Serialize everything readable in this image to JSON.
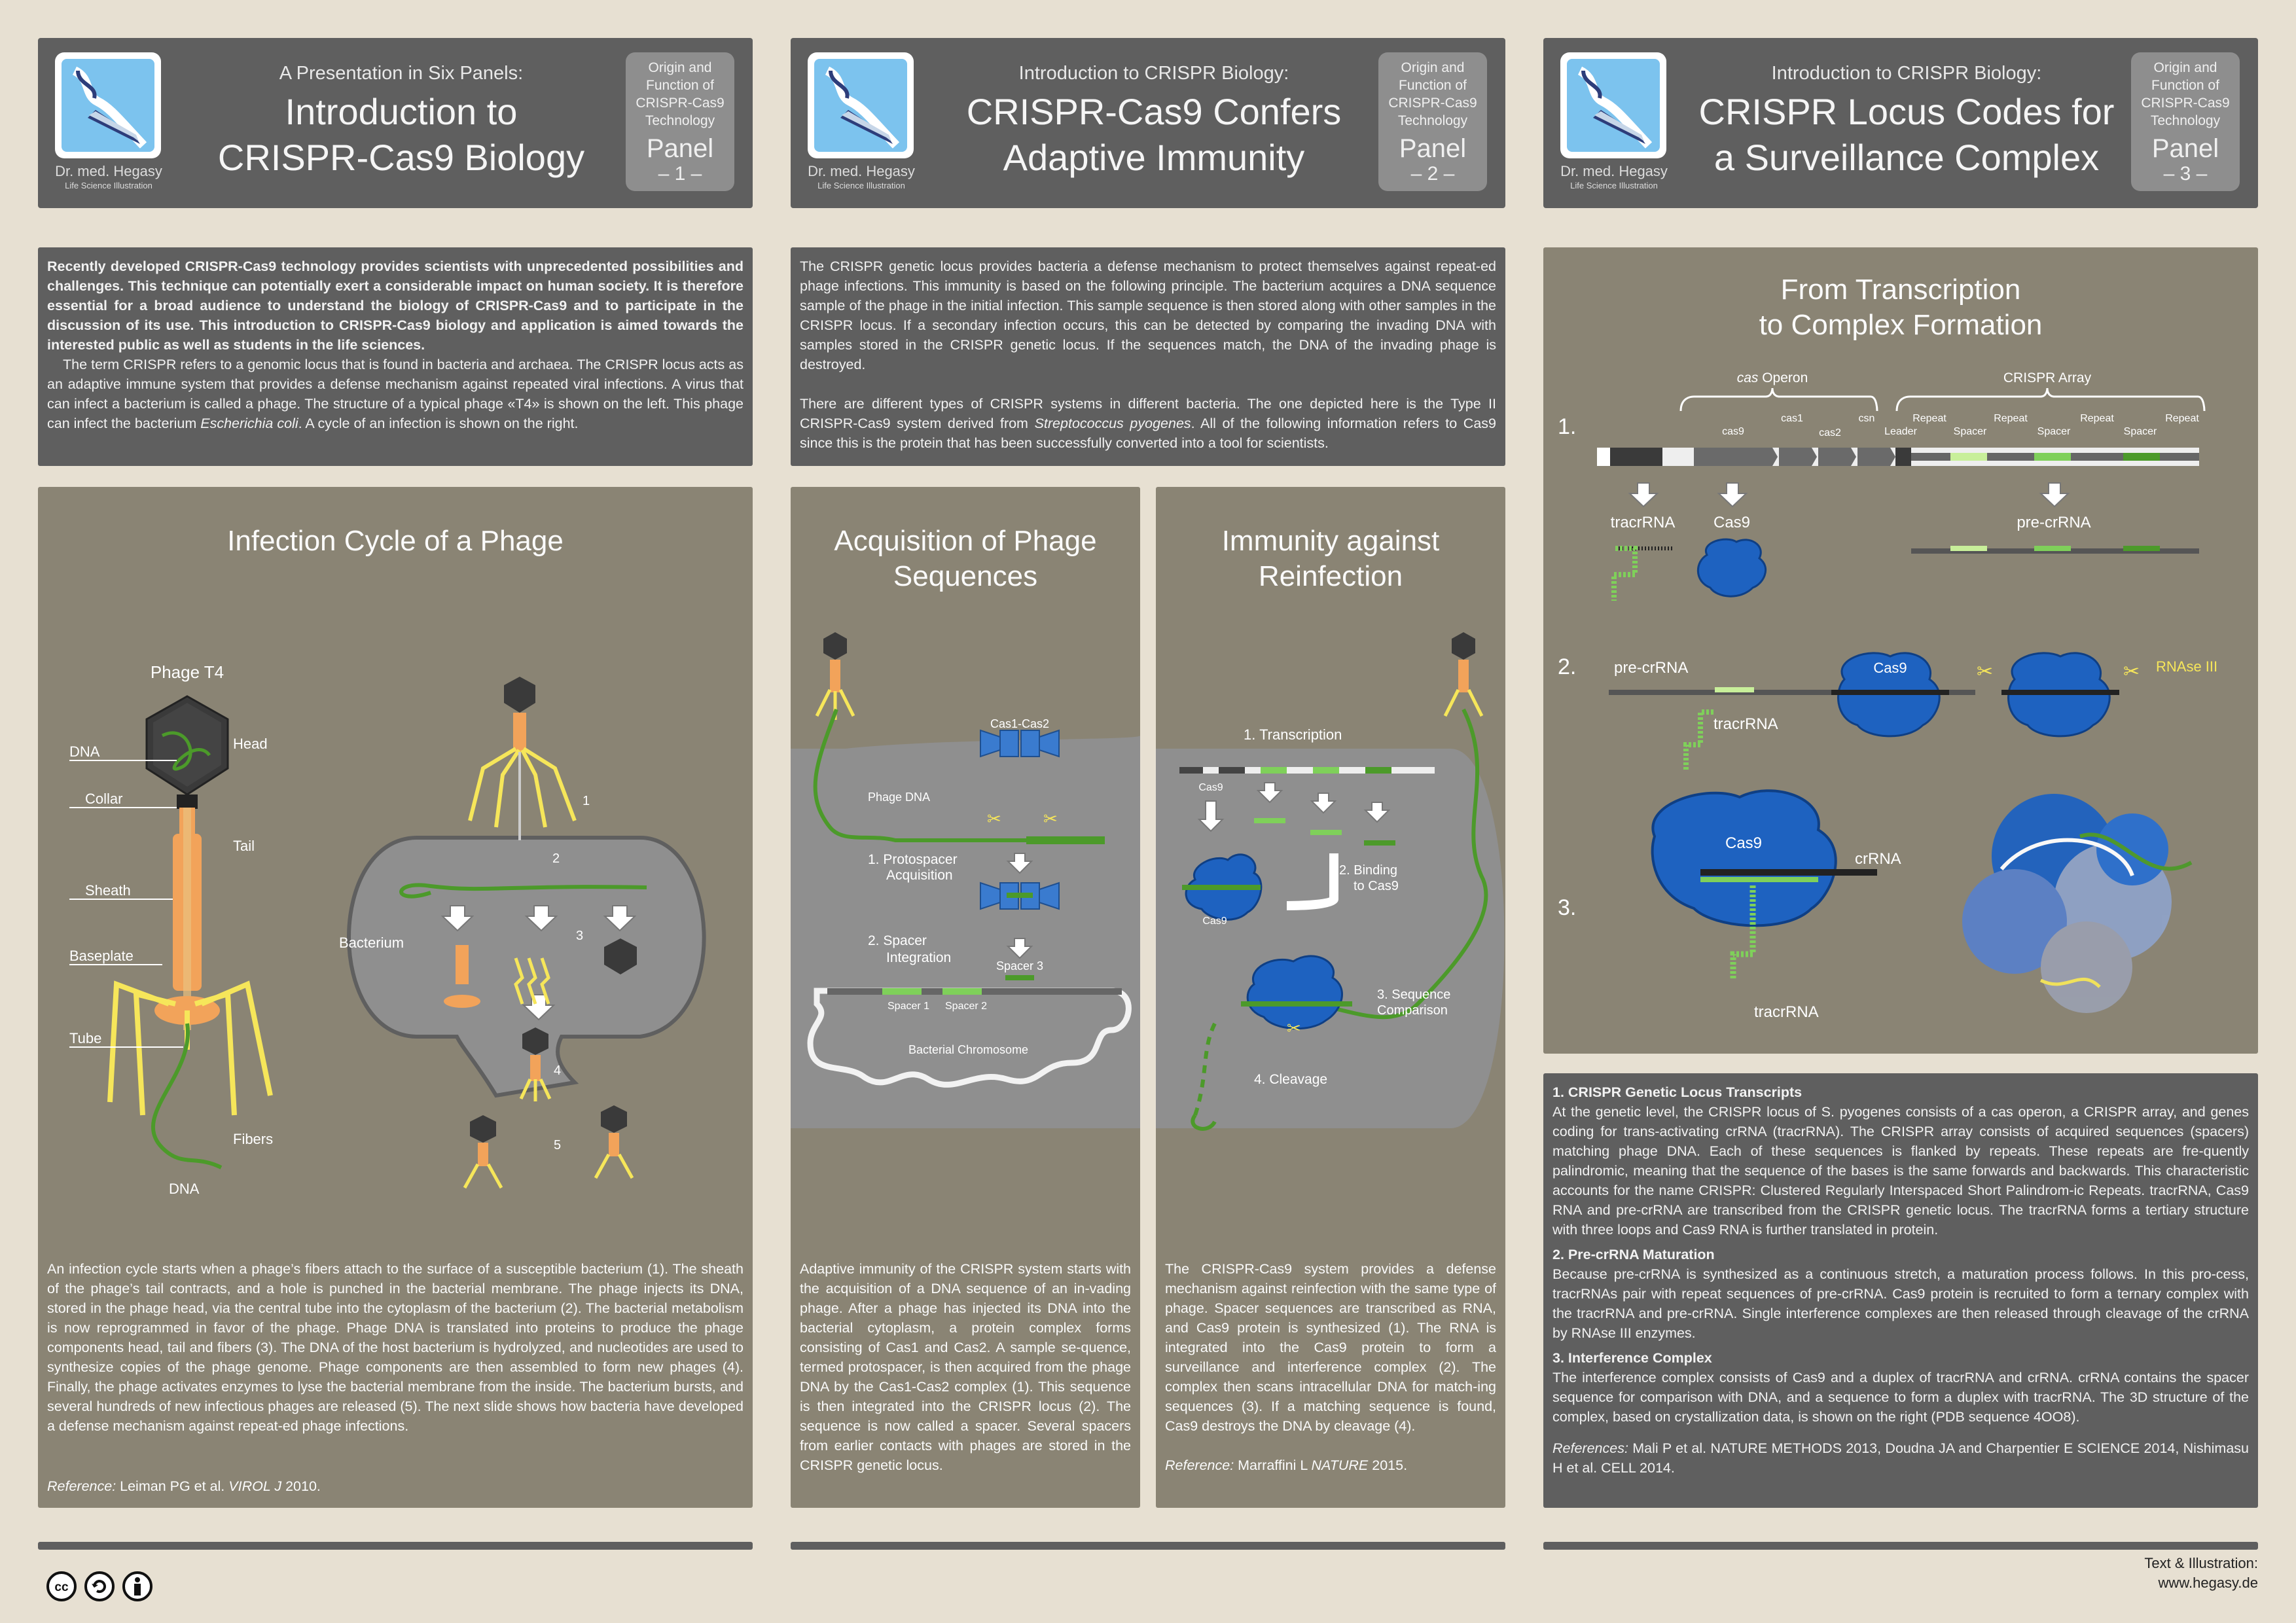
{
  "author": {
    "name": "Dr. med. Hegasy",
    "tagline": "Life Science Illustration"
  },
  "headers": [
    {
      "pre": "A Presentation in Six Panels:",
      "title1": "Introduction to",
      "title2": "CRISPR-Cas9 Biology",
      "badge_text": [
        "Origin and",
        "Function of",
        "CRISPR-Cas9",
        "Technology"
      ],
      "badge_panel": "Panel",
      "badge_num": "– 1 –"
    },
    {
      "pre": "Introduction to CRISPR Biology:",
      "title1": "CRISPR-Cas9 Confers",
      "title2": "Adaptive Immunity",
      "badge_text": [
        "Origin and",
        "Function of",
        "CRISPR-Cas9",
        "Technology"
      ],
      "badge_panel": "Panel",
      "badge_num": "– 2 –"
    },
    {
      "pre": "Introduction to CRISPR Biology:",
      "title1": "CRISPR Locus Codes for",
      "title2": "a Surveillance Complex",
      "badge_text": [
        "Origin and",
        "Function of",
        "CRISPR-Cas9",
        "Technology"
      ],
      "badge_panel": "Panel",
      "badge_num": "– 3 –"
    }
  ],
  "intro1": {
    "bold": "Recently developed CRISPR-Cas9 technology provides scientists with unprecedented possibilities and challenges. This technique can potentially exert a considerable impact on human society. It is therefore essential for a broad audience to understand the biology of CRISPR-Cas9 and to participate in the discussion of its use. This introduction to CRISPR-Cas9 biology and application is aimed towards the interested public as well as students in the life sciences.",
    "normal": "The term CRISPR refers to a genomic locus that is found in bacteria and archaea. The CRISPR locus acts as an adaptive immune system that provides a defense mechanism against repeated viral infections. A virus that can infect a bacterium is called a phage. The structure of a typical phage «T4» is shown on the left. This phage can infect the bacterium ",
    "italic": "Escherichia coli",
    "normal_end": ". A cycle of an infection is shown  on the right."
  },
  "intro2": {
    "p1": "The CRISPR genetic locus provides bacteria a defense mechanism to protect themselves against repeat-ed phage infections. This immunity is based on the following principle. The bacterium acquires a DNA sequence sample of the phage in the initial infection. This sample sequence is then stored along with other samples in the CRISPR locus. If a secondary infection occurs, this can be detected by comparing the invading DNA with samples stored in the CRISPR genetic locus. If the sequences match, the DNA of the invading phage is destroyed.",
    "p2_a": "There are different types of CRISPR systems in different bacteria. The one depicted here is the Type II CRISPR-Cas9 system derived from ",
    "p2_italic": "Streptococcus pyogenes",
    "p2_b": ". All of the following information refers to Cas9 since this is the protein that has been successfully converted into a tool for scientists."
  },
  "panel1": {
    "title": "Infection Cycle of a Phage",
    "phage_title": "Phage T4",
    "labels": {
      "dna": "DNA",
      "head": "Head",
      "collar": "Collar",
      "tail": "Tail",
      "sheath": "Sheath",
      "baseplate": "Baseplate",
      "tube": "Tube",
      "fibers": "Fibers",
      "dna2": "DNA",
      "bacterium": "Bacterium",
      "s1": "1",
      "s2": "2",
      "s3": "3",
      "s4": "4",
      "s5": "5"
    },
    "text": "An infection cycle starts when a phage’s fibers attach to the surface of a susceptible bacterium (1). The sheath of the phage’s tail contracts, and a hole is punched in the bacterial membrane. The phage injects its DNA, stored in the phage head, via the central tube into the cytoplasm of the bacterium (2). The bacterial metabolism is now reprogrammed in favor of the phage. Phage DNA is translated into proteins to produce the phage components head, tail and fibers (3). The DNA of the host bacterium is hydrolyzed, and nucleotides are used to synthesize copies of the phage genome. Phage components are then assembled to form new phages (4). Finally, the phage activates enzymes to lyse the bacterial membrane from the inside. The bacterium bursts, and several hundreds of new infectious phages are released (5). The next slide shows how bacteria have developed a defense mechanism against repeat-ed phage infections.",
    "ref_label": "Reference:",
    "ref": " Leiman PG et al. ",
    "ref_italic": "VIROL J",
    "ref_end": " 2010."
  },
  "panel2a": {
    "title1": "Acquisition of Phage",
    "title2": "Sequences",
    "labels": {
      "cas12": "Cas1-Cas2",
      "phage_dna": "Phage DNA",
      "protospacer": "1.  Protospacer",
      "protospacer2": "Acquisition",
      "spacer_int": "2.  Spacer",
      "spacer_int2": "Integration",
      "spacer3": "Spacer 3",
      "spacer1": "Spacer 1",
      "spacer2": "Spacer 2",
      "chromosome": "Bacterial Chromosome"
    },
    "text": "Adaptive immunity of the CRISPR system starts with the acquisition of a DNA sequence of an in-vading phage. After a phage has injected its DNA into the bacterial cytoplasm, a protein complex forms consisting of Cas1 and Cas2. A sample se-quence, termed protospacer, is then acquired from the phage DNA by the Cas1-Cas2 complex (1). This sequence is then integrated into the CRISPR locus (2). The sequence is now called a spacer. Several spacers from earlier contacts with phages are stored in the CRISPR genetic locus."
  },
  "panel2b": {
    "title1": "Immunity against",
    "title2": "Reinfection",
    "labels": {
      "transcription": "1. Transcription",
      "cas9": "Cas9",
      "cas9b": "Cas9",
      "binding": "2. Binding",
      "binding2": "to Cas9",
      "seqcomp": "3. Sequence",
      "seqcomp2": "Comparison",
      "cleavage": "4. Cleavage"
    },
    "text": "The CRISPR-Cas9 system provides a defense mechanism against reinfection with the same type of phage. Spacer sequences are transcribed as RNA, and Cas9 protein is synthesized (1). The RNA is integrated into the Cas9 protein to form a surveillance and interference complex (2). The complex then scans intracellular DNA for match-ing sequences (3). If a matching sequence is found, Cas9 destroys the DNA by cleavage (4).",
    "ref_label": "Reference:",
    "ref": " Marraffini L ",
    "ref_italic": "NATURE",
    "ref_end": " 2015."
  },
  "panel3": {
    "title1": "From Transcription",
    "title2": "to Complex Formation",
    "labels": {
      "n1": "1.",
      "n2": "2.",
      "n3": "3.",
      "cas_operon_italic": "cas",
      "cas_operon": " Operon",
      "crispr_array": "CRISPR Array",
      "cas9": "cas9",
      "cas1": "cas1",
      "cas2": "cas2",
      "csn": "csn",
      "leader": "Leader",
      "repeat": "Repeat",
      "spacer": "Spacer",
      "tracrrna": "tracrRNA",
      "cas9p": "Cas9",
      "precrrna": "pre-crRNA",
      "precrrna2": "pre-crRNA",
      "tracrrna2": "tracrRNA",
      "cas9c": "Cas9",
      "rnase": "RNAse III",
      "cas9d": "Cas9",
      "crrna": "crRNA",
      "tracrrna3": "tracrRNA"
    }
  },
  "desc3": {
    "h1": "1. CRISPR Genetic Locus Transcripts",
    "t1": "At the genetic level, the CRISPR locus of S. pyogenes consists of a cas operon, a CRISPR array, and genes coding for trans-activating crRNA (tracrRNA). The CRISPR array consists of acquired sequences (spacers) matching phage DNA. Each of these sequences is flanked by repeats. These repeats are fre-quently palindromic, meaning that the sequence of the bases is the same forwards and backwards. This characteristic accounts for the name CRISPR: Clustered Regularly Interspaced Short Palindrom-ic Repeats. tracrRNA, Cas9 RNA and pre-crRNA are transcribed from the CRISPR genetic locus. The tracrRNA forms a tertiary structure with three loops and Cas9 RNA is further translated in protein.",
    "h2": "2. Pre-crRNA Maturation",
    "t2": "Because  pre-crRNA is synthesized as a continuous stretch, a maturation process follows. In this pro-cess, tracrRNAs pair with repeat sequences of pre-crRNA. Cas9 protein is recruited to form a ternary complex with the tracrRNA and pre-crRNA. Single interference complexes are then released through cleavage of the crRNA by RNAse III enzymes.",
    "h3": "3. Interference Complex",
    "t3": "The interference complex consists of Cas9 and a duplex of tracrRNA and crRNA. crRNA contains the spacer sequence for comparison with DNA, and a sequence to form a duplex with tracrRNA. The 3D structure of the complex, based on crystallization data, is shown on the right (PDB sequence 4OO8).",
    "ref_label": "References:",
    "ref": " Mali P et al. NATURE METHODS 2013, Doudna JA and Charpentier E SCIENCE 2014, Nishimasu H et al. CELL 2014."
  },
  "footer": {
    "credit1": "Text & Illustration:",
    "credit2": "www.hegasy.de",
    "icons": [
      "cc-icon",
      "by-sa-icon",
      "person-icon"
    ]
  },
  "colors": {
    "panel": "#8a8474",
    "header": "#5f5f5f",
    "background": "#e7e0d2",
    "dna_green": "#4c9a2a",
    "cas9_blue": "#1e62c0",
    "phage_orange": "#f2a35a"
  }
}
